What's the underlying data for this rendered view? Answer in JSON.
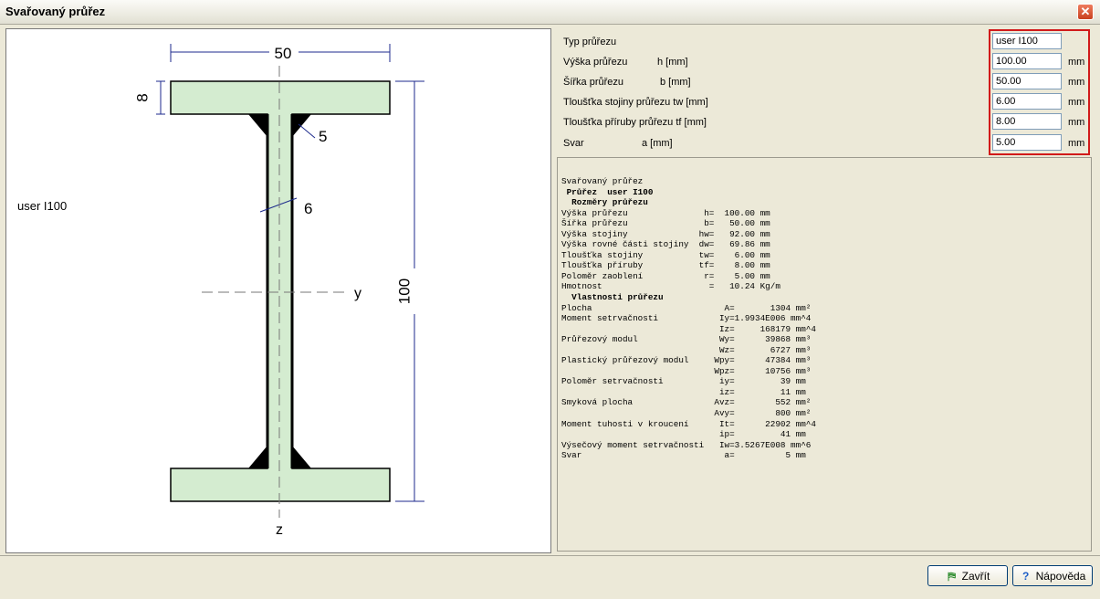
{
  "window": {
    "title": "Svařovaný průřez"
  },
  "drawing": {
    "section_name": "user I100",
    "dim_width": "50",
    "dim_height": "100",
    "dim_flange": "8",
    "dim_web": "6",
    "dim_weld": "5",
    "axis_y": "y",
    "axis_z": "z"
  },
  "form": {
    "rows": [
      {
        "label": "Typ průřezu",
        "symbol": "",
        "value": "user I100",
        "unit": ""
      },
      {
        "label": "Výška průřezu",
        "symbol": "h [mm]",
        "value": "100.00",
        "unit": "mm"
      },
      {
        "label": "Šířka průřezu",
        "symbol": "b [mm]",
        "value": "50.00",
        "unit": "mm"
      },
      {
        "label": "Tloušťka stojiny průřezu tw [mm]",
        "symbol": "",
        "value": "6.00",
        "unit": "mm"
      },
      {
        "label": "Tloušťka příruby průřezu tf [mm]",
        "symbol": "",
        "value": "8.00",
        "unit": "mm"
      },
      {
        "label": "Svar",
        "symbol": "a [mm]",
        "value": "5.00",
        "unit": "mm"
      }
    ]
  },
  "results": {
    "title": "Svařovaný průřez",
    "section_label": " Průřez  user I100",
    "dims_heading": "  Rozměry průřezu",
    "dims": [
      "Výška průřezu               h=  100.00 mm",
      "Šířka průřezu               b=   50.00 mm",
      "Výška stojiny              hw=   92.00 mm",
      "Výška rovné části stojiny  dw=   69.86 mm",
      "Tloušťka stojiny           tw=    6.00 mm",
      "Tloušťka příruby           tf=    8.00 mm",
      "Poloměr zaoblení            r=    5.00 mm",
      "Hmotnost                     =   10.24 Kg/m"
    ],
    "props_heading": "  Vlastnosti průřezu",
    "props": [
      "Plocha                          A=       1304 mm²",
      "Moment setrvačnosti            Iy=1.9934E006 mm^4",
      "                               Iz=     168179 mm^4",
      "Průřezový modul                Wy=      39868 mm³",
      "                               Wz=       6727 mm³",
      "Plastický průřezový modul     Wpy=      47384 mm³",
      "                              Wpz=      10756 mm³",
      "Poloměr setrvačnosti           iy=         39 mm",
      "                               iz=         11 mm",
      "Smyková plocha                Avz=        552 mm²",
      "                              Avy=        800 mm²",
      "Moment tuhosti v kroucení      It=      22902 mm^4",
      "                               ip=         41 mm",
      "Výsečový moment setrvačnosti   Iw=3.5267E008 mm^6",
      "Svar                            a=          5 mm"
    ]
  },
  "buttons": {
    "close_label": "Zavřít",
    "help_label": "Nápověda"
  },
  "colors": {
    "section_fill": "#d4ecd0",
    "highlight": "#d11a1a",
    "dim_line": "#1c2a8c"
  }
}
